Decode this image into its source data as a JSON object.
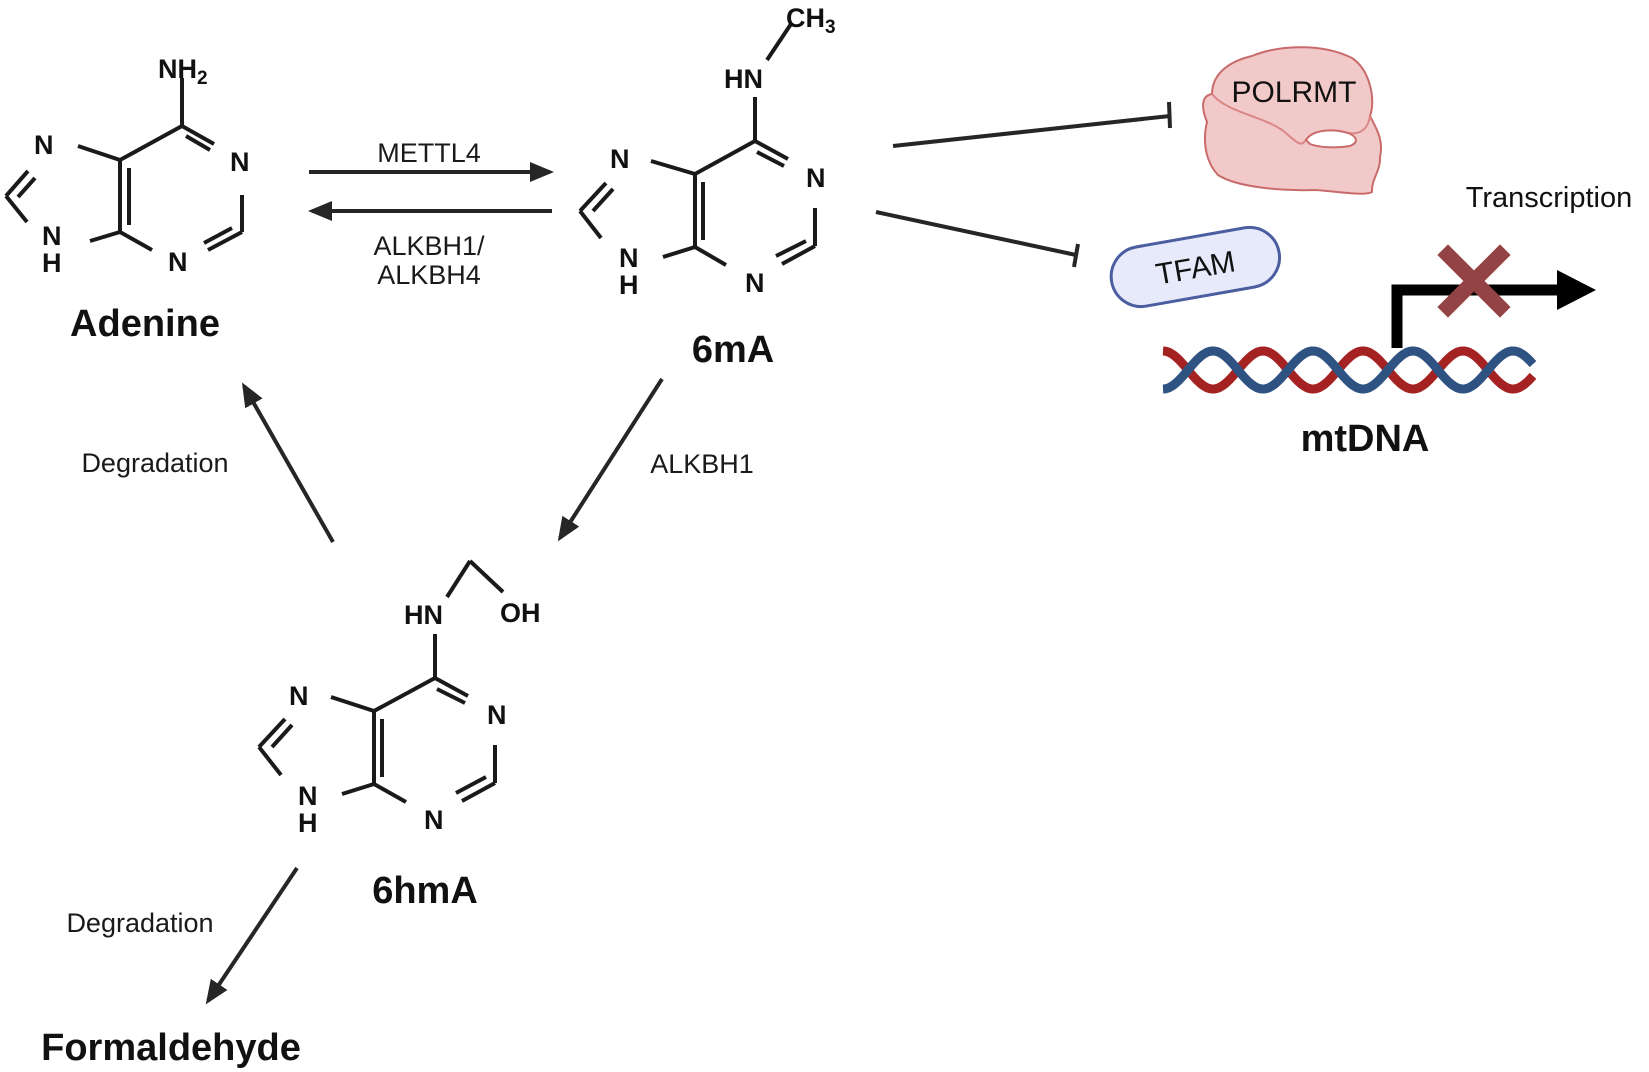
{
  "molecules": {
    "adenine": {
      "name": "Adenine",
      "substituent": "NH",
      "substituent_sub": "2",
      "ring_atoms": {
        "n7": "N",
        "n1": "N",
        "n9": "N",
        "n9h": "H",
        "n3": "N"
      }
    },
    "m6a": {
      "name": "6mA",
      "substituent_hn": "HN",
      "methyl": "CH",
      "methyl_sub": "3",
      "ring_atoms": {
        "n7": "N",
        "n1": "N",
        "n9": "N",
        "n9h": "H",
        "n3": "N"
      }
    },
    "hm6a": {
      "name": "6hmA",
      "substituent_hn": "HN",
      "hydroxyl": "OH",
      "ring_atoms": {
        "n7": "N",
        "n1": "N",
        "n9": "N",
        "n9h": "H",
        "n3": "N"
      }
    },
    "formaldehyde": {
      "name": "Formaldehyde"
    }
  },
  "reactions": {
    "methylation": {
      "enzyme": "METTL4",
      "from": "Adenine",
      "to": "6mA"
    },
    "demethylation": {
      "enzyme_line1": "ALKBH1/",
      "enzyme_line2": "ALKBH4",
      "from": "6mA",
      "to": "Adenine"
    },
    "oxidation": {
      "enzyme": "ALKBH1",
      "from": "6mA",
      "to": "6hmA"
    },
    "degradation_to_adenine": {
      "label": "Degradation",
      "from": "6hmA",
      "to": "Adenine"
    },
    "degradation_to_formaldehyde": {
      "label": "Degradation",
      "from": "6hmA",
      "to": "Formaldehyde"
    }
  },
  "inhibition": {
    "targets": [
      {
        "name": "POLRMT",
        "color": "#f2c9c9",
        "stroke": "#c96b6b"
      },
      {
        "name": "TFAM",
        "color": "#e6eafa",
        "stroke": "#4b5ea0"
      }
    ]
  },
  "mtdna": {
    "label": "mtDNA",
    "process": "Transcription",
    "blocked": true,
    "strand_colors": [
      "#a52222",
      "#2e5382"
    ],
    "block_color": "#934343"
  }
}
